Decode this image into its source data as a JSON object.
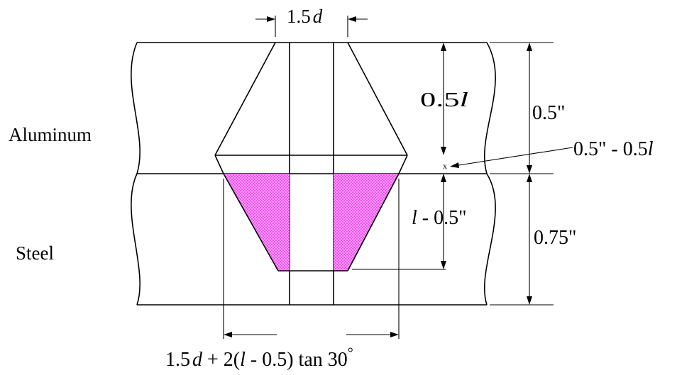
{
  "labels": {
    "aluminum": "Aluminum",
    "steel": "Steel"
  },
  "dimensions": {
    "top_width": {
      "num": "1.5",
      "var": "d"
    },
    "upper_cone": {
      "num": "0.5",
      "var": "l"
    },
    "aluminum_thickness": "0.5\"",
    "gap": {
      "pre": "0.5\" - 0.5",
      "var": "l"
    },
    "gap_marker": "x",
    "lower_cone": {
      "var": "l",
      "post": " - 0.5\""
    },
    "steel_thickness": "0.75\"",
    "bottom_width": {
      "p1": "1.5",
      "v1": "d",
      "p2": " + 2(",
      "v2": "l",
      "p3": " - 0.5) tan 30",
      "deg": "°"
    }
  },
  "colors": {
    "hatch": "#ff66ff",
    "line": "#000000"
  }
}
